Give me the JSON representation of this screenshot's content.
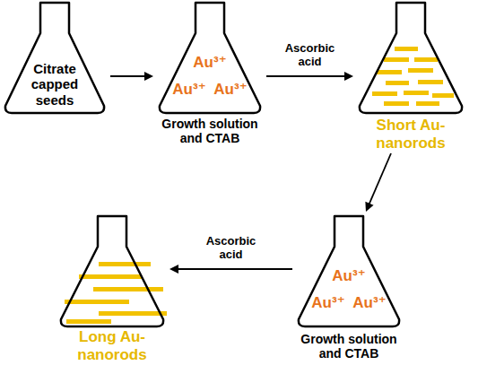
{
  "diagram": {
    "nodes": [
      {
        "text": [
          "Citrate capped seeds"
        ]
      },
      {
        "text": [
          "Au³⁺",
          "Au³⁺",
          "Au³⁺",
          "Growth solution and CTAB"
        ]
      },
      {
        "text": [
          "Short Au-nanorods"
        ]
      },
      {
        "text": [
          "Au³⁺",
          "Au³⁺",
          "Au³⁺",
          "Growth solution and CTAB"
        ]
      },
      {
        "text": [
          "Long Au-nanorods"
        ]
      }
    ],
    "edges": [
      {
        "from": 0,
        "to": 1,
        "arrow": "to"
      },
      {
        "from": 1,
        "to": 2,
        "label": "Ascorbic acid",
        "arrow": "to"
      },
      {
        "from": 2,
        "to": 3,
        "arrow": "to"
      },
      {
        "from": 3,
        "to": 4,
        "label": "Ascorbic acid",
        "arrow": "to"
      }
    ]
  }
}
